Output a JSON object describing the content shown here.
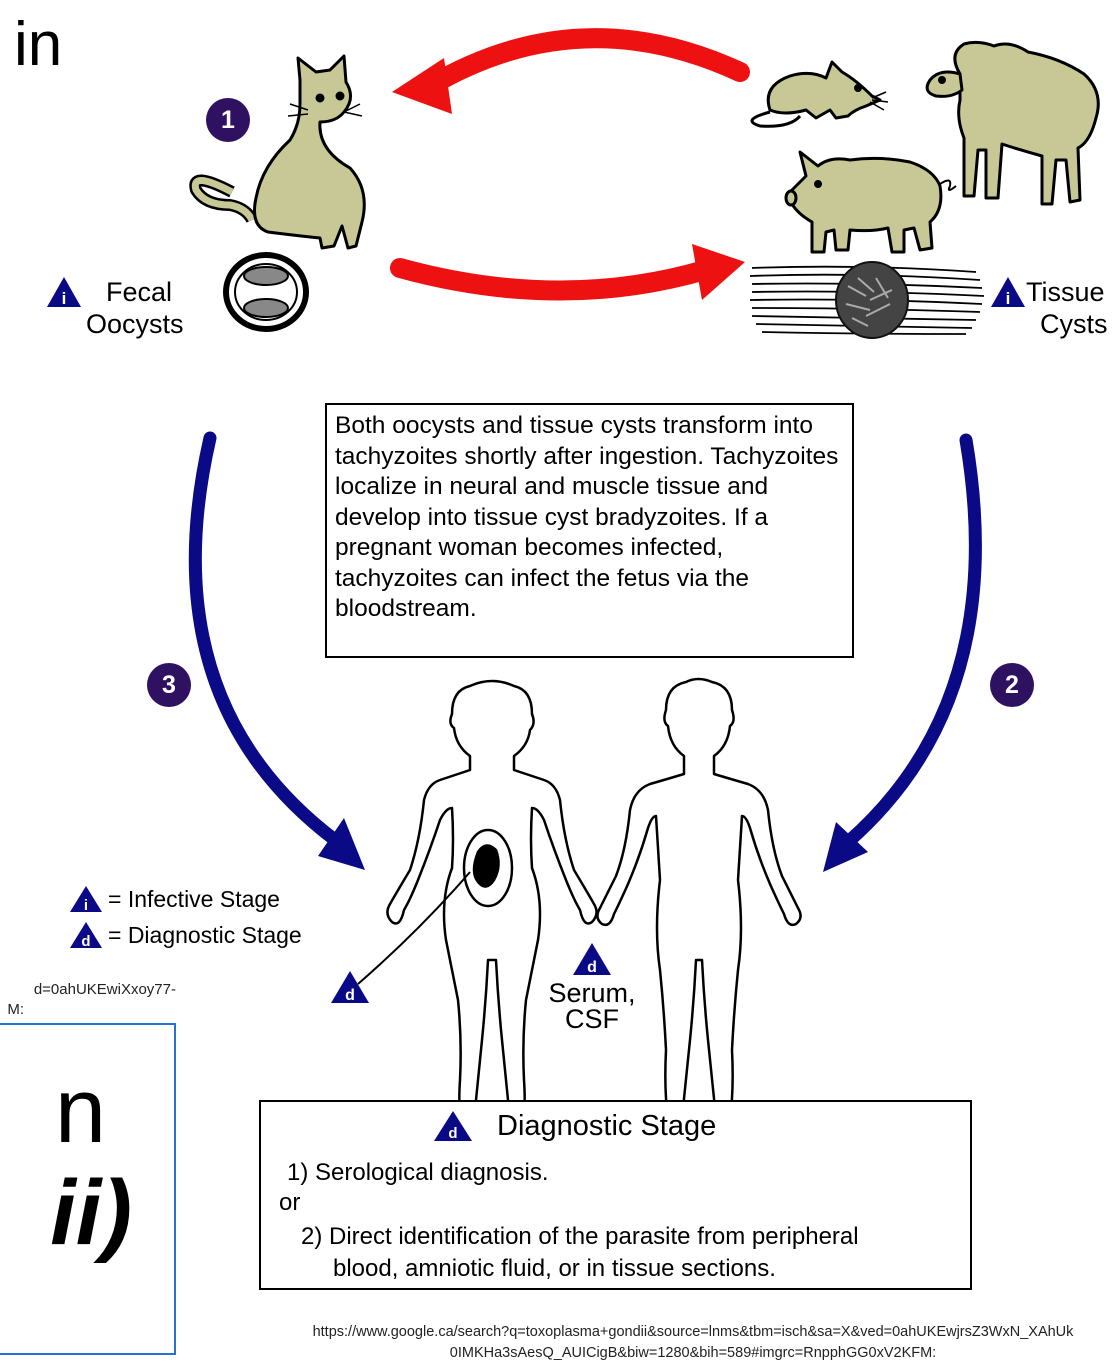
{
  "top_left_fragment": "in",
  "steps": [
    "1",
    "2",
    "3"
  ],
  "fecal": {
    "badge": "i",
    "line1": "Fecal",
    "line2": "Oocysts"
  },
  "tissue": {
    "badge": "i",
    "line1": "Tissue",
    "line2": "Cysts"
  },
  "description": "Both oocysts and tissue cysts transform into tachyzoites shortly after ingestion. Tachyzoites localize in neural and muscle tissue and develop into tissue cyst bradyzoites. If a pregnant woman becomes infected, tachyzoites can infect the fetus via the bloodstream.",
  "legend": {
    "infective_badge": "i",
    "infective_label": "= Infective Stage",
    "diagnostic_badge": "d",
    "diagnostic_label": "= Diagnostic Stage"
  },
  "fetus_badge": "d",
  "serum": {
    "badge": "d",
    "line1": "Serum,",
    "line2": "CSF"
  },
  "overlay": {
    "url_line1": "d=0ahUKEwiXxoy77-",
    "url_line2": "M:",
    "big1": "n",
    "big2": "ii)",
    "border_color": "#2a6fd6"
  },
  "diag_box": {
    "badge": "d",
    "title": "Diagnostic Stage",
    "line1": "1) Serological diagnosis.",
    "or": "or",
    "line2": "2) Direct identification of the parasite from peripheral",
    "line3": "blood, amniotic fluid, or in tissue sections."
  },
  "source_url_1": "https://www.google.ca/search?q=toxoplasma+gondii&source=lnms&tbm=isch&sa=X&ved=0ahUKEwjrsZ3WxN_XAhUk",
  "source_url_2": "0IMKHa3sAesQ_AUICigB&biw=1280&bih=589#imgrc=RnpphGG0xV2KFM:",
  "colors": {
    "arrow_red": "#ee1111",
    "arrow_blue": "#0a0a86",
    "animal": "#c7c896",
    "badge": "#0a0a86",
    "step": "#2e1160"
  }
}
